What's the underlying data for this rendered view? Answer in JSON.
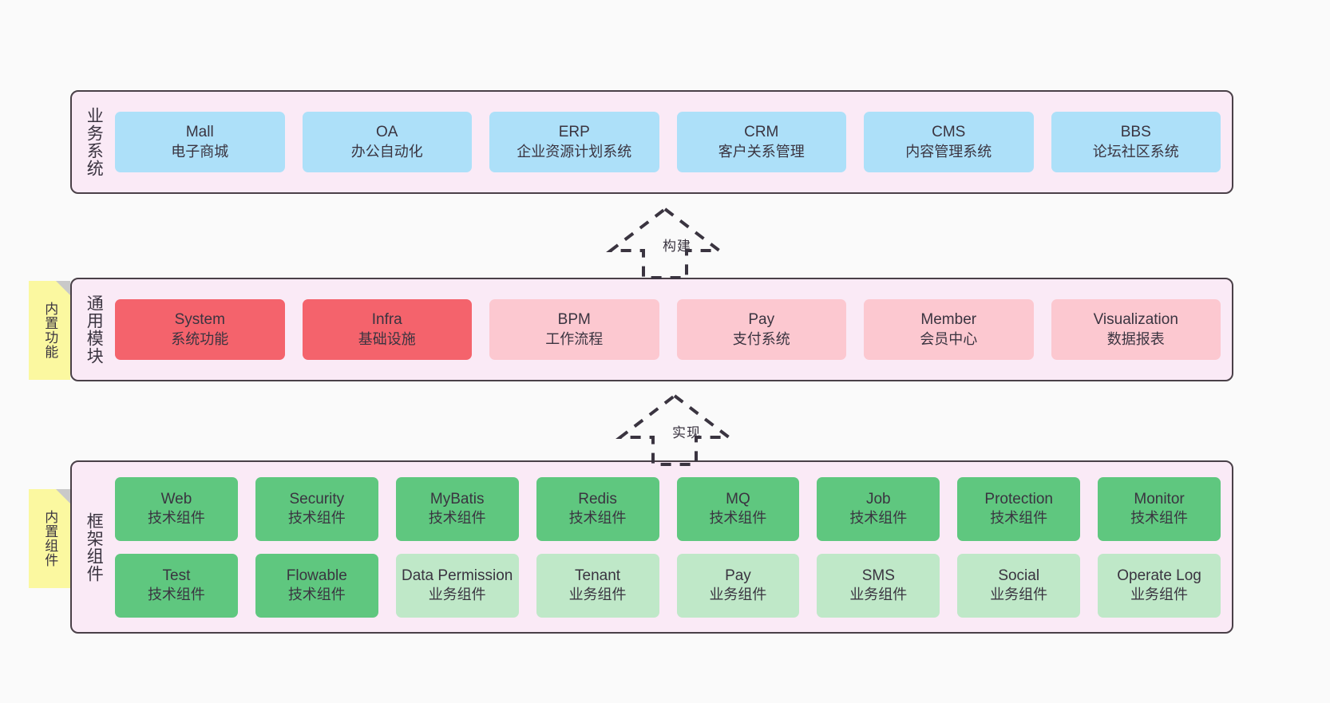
{
  "diagram": {
    "background_color": "#fafafa",
    "panel_color": "#faeaf6",
    "panel_border_color": "#4a4048",
    "note_color": "#fbf8a0",
    "colors": {
      "blue": "#ade0f9",
      "red": "#f4636c",
      "pink": "#fcc8d0",
      "green": "#5fc77f",
      "light_green": "#bfe8c8"
    }
  },
  "notes": [
    {
      "label": "内置功能"
    },
    {
      "label": "内置组件"
    }
  ],
  "arrows": [
    {
      "label": "构建",
      "style": "dashed-hollow-up"
    },
    {
      "label": "实现",
      "style": "dashed-hollow-up"
    }
  ],
  "layers": [
    {
      "title": "业务系统",
      "rows": [
        [
          {
            "en": "Mall",
            "cn": "电子商城",
            "color": "blue"
          },
          {
            "en": "OA",
            "cn": "办公自动化",
            "color": "blue"
          },
          {
            "en": "ERP",
            "cn": "企业资源计划系统",
            "color": "blue"
          },
          {
            "en": "CRM",
            "cn": "客户关系管理",
            "color": "blue"
          },
          {
            "en": "CMS",
            "cn": "内容管理系统",
            "color": "blue"
          },
          {
            "en": "BBS",
            "cn": "论坛社区系统",
            "color": "blue"
          }
        ]
      ]
    },
    {
      "title": "通用模块",
      "rows": [
        [
          {
            "en": "System",
            "cn": "系统功能",
            "color": "red"
          },
          {
            "en": "Infra",
            "cn": "基础设施",
            "color": "red"
          },
          {
            "en": "BPM",
            "cn": "工作流程",
            "color": "pink"
          },
          {
            "en": "Pay",
            "cn": "支付系统",
            "color": "pink"
          },
          {
            "en": "Member",
            "cn": "会员中心",
            "color": "pink"
          },
          {
            "en": "Visualization",
            "cn": "数据报表",
            "color": "pink"
          }
        ]
      ]
    },
    {
      "title": "框架组件",
      "rows": [
        [
          {
            "en": "Web",
            "cn": "技术组件",
            "color": "green"
          },
          {
            "en": "Security",
            "cn": "技术组件",
            "color": "green"
          },
          {
            "en": "MyBatis",
            "cn": "技术组件",
            "color": "green"
          },
          {
            "en": "Redis",
            "cn": "技术组件",
            "color": "green"
          },
          {
            "en": "MQ",
            "cn": "技术组件",
            "color": "green"
          },
          {
            "en": "Job",
            "cn": "技术组件",
            "color": "green"
          },
          {
            "en": "Protection",
            "cn": "技术组件",
            "color": "green"
          },
          {
            "en": "Monitor",
            "cn": "技术组件",
            "color": "green"
          }
        ],
        [
          {
            "en": "Test",
            "cn": "技术组件",
            "color": "green"
          },
          {
            "en": "Flowable",
            "cn": "技术组件",
            "color": "green"
          },
          {
            "en": "Data Permission",
            "cn": "业务组件",
            "color": "lightgreen",
            "wrap": true
          },
          {
            "en": "Tenant",
            "cn": "业务组件",
            "color": "lightgreen"
          },
          {
            "en": "Pay",
            "cn": "业务组件",
            "color": "lightgreen"
          },
          {
            "en": "SMS",
            "cn": "业务组件",
            "color": "lightgreen"
          },
          {
            "en": "Social",
            "cn": "业务组件",
            "color": "lightgreen"
          },
          {
            "en": "Operate Log",
            "cn": "业务组件",
            "color": "lightgreen"
          }
        ]
      ]
    }
  ]
}
